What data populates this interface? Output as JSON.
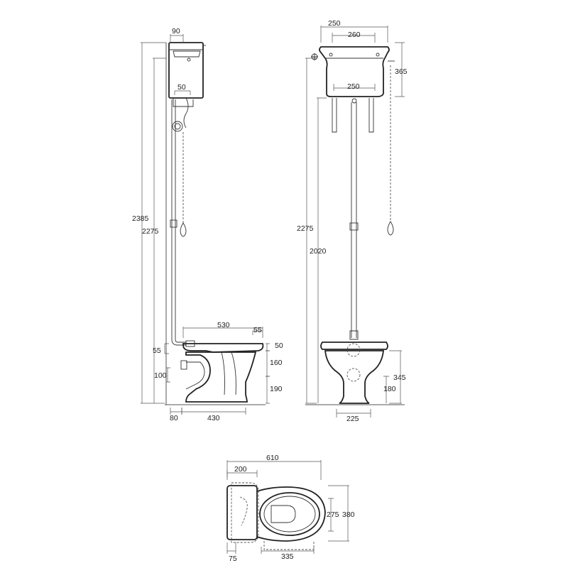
{
  "side_view": {
    "dims": {
      "tank_depth": "90",
      "overall_height": "2385",
      "tank_bottom_height": "2275",
      "valve_width": "50",
      "bowl_length": "530",
      "seat_offset": "55",
      "inlet_height": "55",
      "rim_thickness": "50",
      "bowl_mid": "160",
      "outlet_height": "100",
      "base_height": "190",
      "wall_gap": "80",
      "base_length": "430"
    }
  },
  "front_view": {
    "dims": {
      "tank_width_top": "250",
      "tank_lid_width": "260",
      "tank_height": "365",
      "bracket_spacing": "250",
      "tank_bottom_height": "2275",
      "pipe_height": "2020",
      "pan_height": "345",
      "pan_base": "180",
      "pedestal_width": "225"
    }
  },
  "plan_view": {
    "dims": {
      "overall_length": "610",
      "cistern_depth": "200",
      "seat_inner_width": "275",
      "bowl_width": "380",
      "back_gap": "75",
      "bowl_opening": "335"
    }
  }
}
